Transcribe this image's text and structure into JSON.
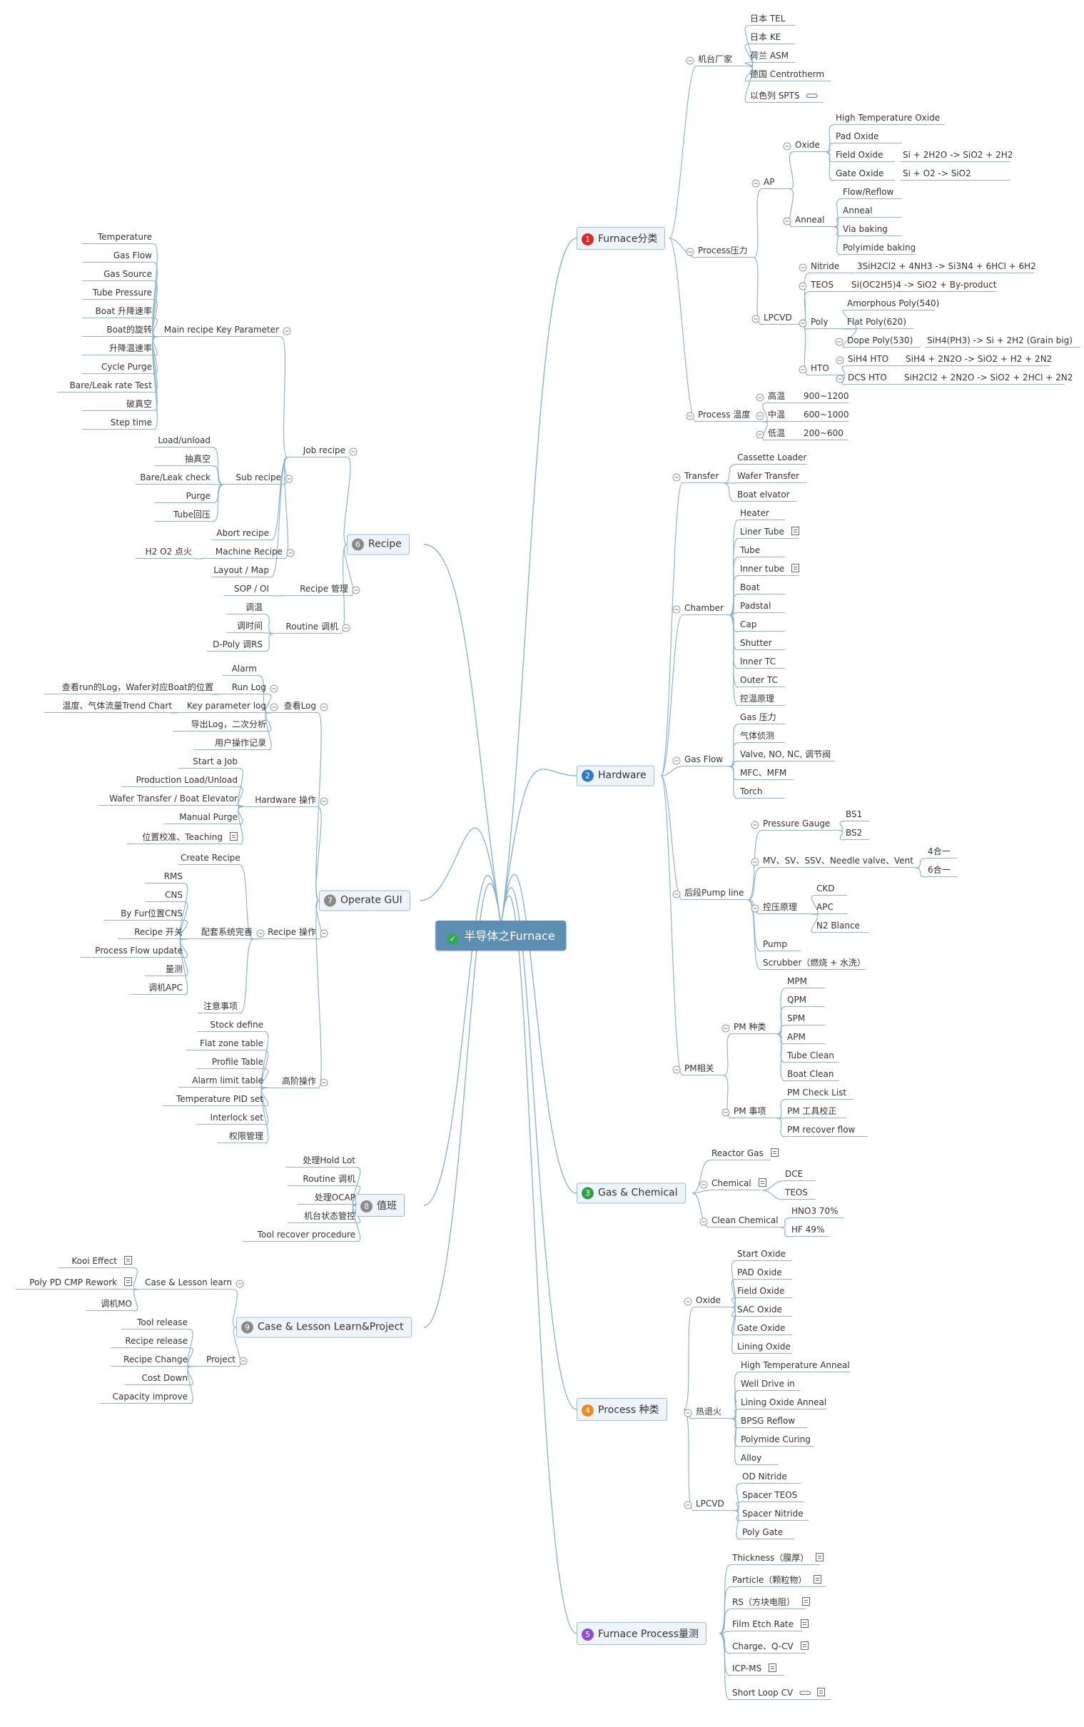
{
  "root": {
    "label": "半导体之Furnace",
    "color": "#5e8fb3",
    "icon": "check-circle-icon"
  },
  "branch_colors": {
    "1": "#d92b2b",
    "2": "#2f78c8",
    "3": "#2e9e48",
    "4": "#f08a1d",
    "5": "#8a4fd0",
    "6": "#8a8a8a",
    "7": "#8a8a8a",
    "8": "#8a8a8a",
    "9": "#8a8a8a"
  },
  "main_nodes": [
    {
      "num": "1",
      "label": "Furnace分类"
    },
    {
      "num": "2",
      "label": "Hardware"
    },
    {
      "num": "3",
      "label": "Gas & Chemical"
    },
    {
      "num": "4",
      "label": "Process 种类"
    },
    {
      "num": "5",
      "label": "Furnace Process量测"
    },
    {
      "num": "6",
      "label": "Recipe"
    },
    {
      "num": "7",
      "label": "Operate GUI"
    },
    {
      "num": "8",
      "label": "值班"
    },
    {
      "num": "9",
      "label": "Case & Lesson Learn&Project"
    }
  ],
  "labels": {
    "jtcj": "机台厂家",
    "tel": "日本 TEL",
    "ke": "日本 KE",
    "asm": "荷兰 ASM",
    "centro": "德国 Centrotherm",
    "spts": "以色列 SPTS",
    "pressure": "Process压力",
    "ap": "AP",
    "oxide": "Oxide",
    "hto_ox": "High Temperature Oxide",
    "pad": "Pad Oxide",
    "field": "Field Oxide",
    "field_eq": "Si + 2H2O -> SiO2 + 2H2",
    "gate": "Gate Oxide",
    "gate_eq": "Si + O2 -> SiO2",
    "anneal": "Anneal",
    "flow": "Flow/Reflow",
    "anneal2": "Anneal",
    "via": "Via baking",
    "polyimide": "Polyimide baking",
    "lpcvd": "LPCVD",
    "nitride": "Nitride",
    "nitride_eq": "3SiH2Cl2 + 4NH3 -> Si3N4 + 6HCl + 6H2",
    "teos": "TEOS",
    "teos_eq": "Si(OC2H5)4 -> SiO2 + By-product",
    "poly": "Poly",
    "apoly": "Amorphous Poly(540)",
    "fpoly": "Flat Poly(620)",
    "dpoly": "Dope Poly(530)",
    "dpoly_eq": "SiH4(PH3) -> Si + 2H2 (Grain big)",
    "hto": "HTO",
    "sih4hto": "SiH4 HTO",
    "sih4hto_eq": "SiH4 + 2N2O -> SiO2 + H2 + 2N2",
    "dcshto": "DCS HTO",
    "dcshto_eq": "SiH2Cl2 + 2N2O -> SiO2 + 2HCl + 2N2",
    "temp": "Process 温度",
    "high": "高温",
    "high_v": "900~1200",
    "mid": "中温",
    "mid_v": "600~1000",
    "low": "低温",
    "low_v": "200~600",
    "transfer": "Transfer",
    "cassette": "Cassette Loader",
    "wafer_t": "Wafer Transfer",
    "boat_elv": "Boat elvator",
    "chamber": "Chamber",
    "heater": "Heater",
    "liner": "Liner Tube",
    "tube": "Tube",
    "inner": "Inner tube",
    "boat": "Boat",
    "padstal": "Padstal",
    "cap": "Cap",
    "shutter": "Shutter",
    "innertc": "Inner TC",
    "outertc": "Outer TC",
    "kwyl": "控温原理",
    "gasflow": "Gas Flow",
    "gasp": "Gas 压力",
    "qtjc": "气体侦测",
    "valve": "Valve, NO, NC, 调节阀",
    "mfc": "MFC、MFM",
    "torch": "Torch",
    "pump": "后段Pump line",
    "pgauge": "Pressure Gauge",
    "bs1": "BS1",
    "bs2": "BS2",
    "mv": "MV、SV、SSV、Needle valve、Vent",
    "four": "4合一",
    "six": "6合一",
    "kyyl": "控压原理",
    "ckd": "CKD",
    "apc": "APC",
    "n2": "N2 Blance",
    "pump2": "Pump",
    "scrubber": "Scrubber（燃烧 + 水洗）",
    "pm": "PM相关",
    "pmtype": "PM 种类",
    "mpm": "MPM",
    "qpm": "QPM",
    "spm": "SPM",
    "apm": "APM",
    "tclean": "Tube Clean",
    "bclean": "Boat Clean",
    "pmmatter": "PM 事项",
    "pmcheck": "PM Check List",
    "pmtool": "PM 工具校正",
    "pmrec": "PM recover flow",
    "reactor": "Reactor Gas",
    "chemical": "Chemical",
    "dce": "DCE",
    "teos2": "TEOS",
    "cleanchem": "Clean Chemical",
    "hno3": "HNO3 70%",
    "hf": "HF 49%",
    "p_oxide": "Oxide",
    "startox": "Start Oxide",
    "padox": "PAD Oxide",
    "fieldox": "Field Oxide",
    "sacox": "SAC Oxide",
    "gateox": "Gate Oxide",
    "liningox": "Lining Oxide",
    "rtj": "热退火",
    "hta": "High Temperature Anneal",
    "wdi": "Well Drive in",
    "loa": "Lining Oxide Anneal",
    "bpsg": "BPSG Reflow",
    "pcure": "Polymide Curing",
    "alloy": "Alloy",
    "p_lpcvd": "LPCVD",
    "odn": "OD Nitride",
    "steos": "Spacer TEOS",
    "snit": "Spacer Nitride",
    "pgate": "Poly Gate",
    "thick": "Thickness（膜厚）",
    "particle": "Particle（颗粒物）",
    "rs": "RS（方块电阻）",
    "fer": "Film Etch Rate",
    "qcv": "Charge、Q-CV",
    "icp": "ICP-MS",
    "slcv": "Short Loop CV",
    "jobrec": "Job recipe",
    "mainrec": "Main recipe Key Parameter",
    "kp1": "Temperature",
    "kp2": "Gas Flow",
    "kp3": "Gas Source",
    "kp4": "Tube Pressure",
    "kp5": "Boat 升降速率",
    "kp6": "Boat的旋转",
    "kp7": "升降温速率",
    "kp8": "Cycle Purge",
    "kp9": "Bare/Leak rate Test",
    "kp10": "破真空",
    "kp11": "Step time",
    "subrec": "Sub recipe",
    "sr1": "Load/unload",
    "sr2": "抽真空",
    "sr3": "Bare/Leak check",
    "sr4": "Purge",
    "sr5": "Tube回压",
    "abort": "Abort recipe",
    "machrec": "Machine Recipe",
    "h2o2": "H2 O2 点火",
    "layout": "Layout / Map",
    "recmgmt": "Recipe 管理",
    "sop": "SOP / OI",
    "routine": "Routine 调机",
    "tiwen": "调温",
    "tisj": "调时间",
    "dpoly2": "D-Poly 调RS",
    "chalog": "查看Log",
    "alarm": "Alarm",
    "runlog": "Run Log",
    "runlog_d": "查看run的Log，Wafer对应Boat的位置",
    "kplog": "Key parameter log",
    "kplog_d": "温度、气体流量Trend Chart",
    "export": "导出Log，二次分析",
    "userop": "用户操作记录",
    "hwop": "Hardware 操作",
    "startjob": "Start a Job",
    "prodload": "Production Load/Unload",
    "wtbe": "Wafer Transfer / Boat Elevator",
    "mpurge": "Manual Purge",
    "teach": "位置校准、Teaching",
    "recop": "Recipe 操作",
    "createrec": "Create Recipe",
    "pt": "配套系统完善",
    "rms": "RMS",
    "cns": "CNS",
    "byfur": "By Fur位置CNS",
    "recsw": "Recipe 开关",
    "pfu": "Process Flow update",
    "lc": "量测",
    "tjapc": "调机APC",
    "zysx": "注意事项",
    "advop": "高阶操作",
    "stock": "Stock define",
    "flat": "Flat zone table",
    "profile": "Profile Table",
    "alarmlim": "Alarm limit table",
    "tpid": "Temperature PID set",
    "interlock": "Interlock set",
    "perm": "权限管理",
    "hold": "处理Hold Lot",
    "routine2": "Routine 调机",
    "ocap": "处理OCAP",
    "jtzt": "机台状态管控",
    "trp": "Tool recover procedure",
    "cll": "Case & Lesson learn",
    "kooi": "Kooi Effect",
    "ppd": "Poly PD CMP Rework",
    "tjmo": "调机MO",
    "project": "Project",
    "trel": "Tool release",
    "rrel": "Recipe release",
    "rchg": "Recipe Change",
    "cdown": "Cost Down",
    "cap_imp": "Capacity improve"
  }
}
